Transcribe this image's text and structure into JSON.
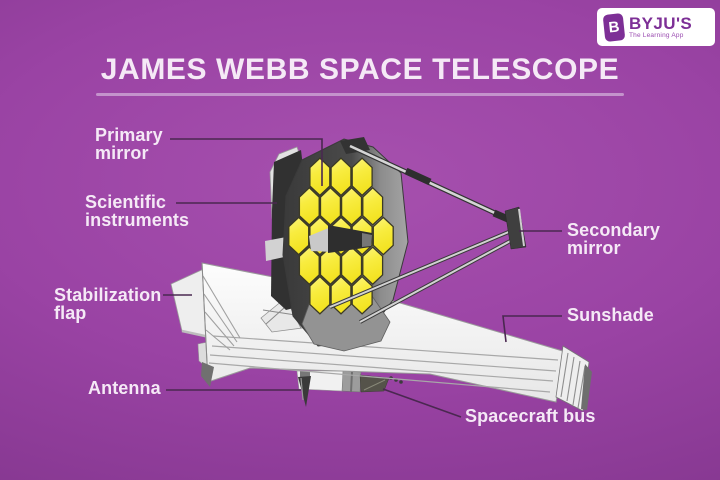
{
  "title": "JAMES WEBB SPACE TELESCOPE",
  "brand": {
    "name": "BYJU'S",
    "tagline": "The Learning App",
    "icon_letter": "B"
  },
  "labels": [
    {
      "id": "primary-mirror",
      "text": "Primary mirror"
    },
    {
      "id": "scientific-instruments",
      "text": "Scientific instruments"
    },
    {
      "id": "stabilization-flap",
      "text": "Stabilization flap"
    },
    {
      "id": "antenna",
      "text": "Antenna"
    },
    {
      "id": "secondary-mirror",
      "text": "Secondary mirror"
    },
    {
      "id": "sunshade",
      "text": "Sunshade"
    },
    {
      "id": "spacecraft-bus",
      "text": "Spacecraft bus"
    }
  ],
  "colors": {
    "background_center": "#a650ae",
    "background_edge": "#7e3389",
    "title_text": "#f5e9f6",
    "title_underline": "#c493cc",
    "leader_line": "#4a2850",
    "brand_purple": "#7d2f96",
    "mirror_yellow": "#f6e82e",
    "sunshade_white": "#f5f5f5"
  }
}
